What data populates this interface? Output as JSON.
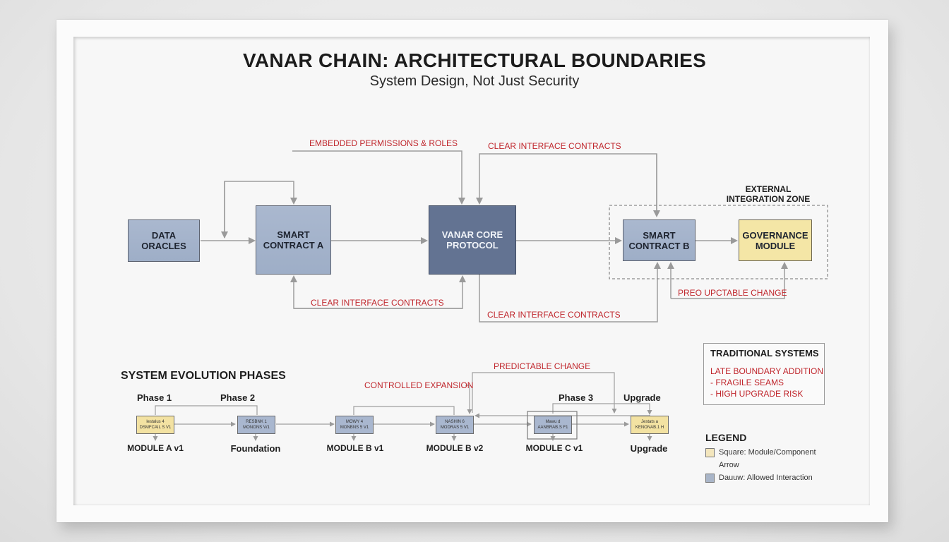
{
  "header": {
    "title": "VANAR CHAIN: ARCHITECTURAL BOUNDARIES",
    "subtitle": "System Design, Not Just Security"
  },
  "architecture": {
    "nodes": {
      "data_oracles": [
        "DATA",
        "ORACLES"
      ],
      "smart_contract_a": [
        "SMART",
        "CONTRACT A"
      ],
      "core_protocol": [
        "VANAR CORE",
        "PROTOCOL"
      ],
      "smart_contract_b": [
        "SMART",
        "CONTRACT B"
      ],
      "governance_module": [
        "GOVERNANCE",
        "MODULE"
      ]
    },
    "zone_label": [
      "EXTERNAL",
      "INTEGRATION ZONE"
    ],
    "edge_labels": {
      "embedded_permissions": "EMBEDDED PERMISSIONS & ROLES",
      "clear_interface_top": "CLEAR INTERFACE CONTRACTS",
      "clear_interface_bottom_left": "CLEAR INTERFACE CONTRACTS",
      "clear_interface_bottom_right": "CLEAR INTERFACE CONTRACTS",
      "predictable_change_zone": "PREO UPCTABLE CHANGE"
    }
  },
  "traditional": {
    "title": "TRADITIONAL SYSTEMS",
    "lines": [
      "LATE BOUNDARY ADDITION",
      "- FRAGILE SEAMS",
      "- HIGH UPGRADE RISK"
    ]
  },
  "evolution": {
    "title": "SYSTEM EVOLUTION PHASES",
    "phase_labels": [
      "Phase 1",
      "Phase 2",
      "Phase 3",
      "Upgrade"
    ],
    "edge_labels": {
      "controlled_expansion": "CONTROLLED EXPANSION",
      "predictable_change": "PREDICTABLE CHANGE"
    },
    "modules": [
      {
        "inner": [
          "lestalus 4",
          "DSMFCAIL S V1"
        ],
        "label": "MODULE A v1",
        "color": "gold"
      },
      {
        "inner": [
          "RESBNK 1",
          "MONONS V/1"
        ],
        "label": "Foundation",
        "color": "blue"
      },
      {
        "inner": [
          "MOWY 4",
          "MONBNS 5 V1"
        ],
        "label": "MODULE B v1",
        "color": "blue"
      },
      {
        "inner": [
          "NASHIN 6",
          "MODRAS 5 V1"
        ],
        "label": "MODULE B v2",
        "color": "blue"
      },
      {
        "inner": [
          "Mawu d",
          "AANBRAB.S F1"
        ],
        "label": "MODULE C v1",
        "color": "blue"
      },
      {
        "inner": [
          "Jestats a",
          "KENONAB.1 H"
        ],
        "label": "Upgrade",
        "color": "gold"
      }
    ]
  },
  "legend": {
    "title": "LEGEND",
    "items": [
      {
        "text": "Square: Module/Component",
        "color": "#f3e6bd"
      },
      {
        "text": "Arrow",
        "color": null
      },
      {
        "text": "Dauuw: Allowed Interaction",
        "color": "#a9b5c8"
      }
    ]
  },
  "colors": {
    "accent_red": "#c0272d",
    "box_light_blue": "#a4b3cb",
    "box_dark_blue": "#637392",
    "box_gold": "#f4e6a6",
    "wire_gray": "#9a9a9a"
  }
}
